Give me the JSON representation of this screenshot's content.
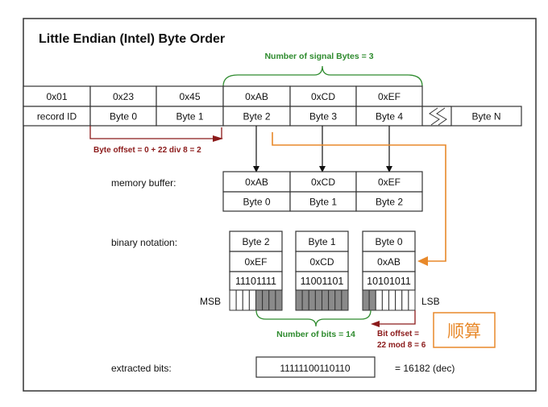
{
  "title": "Little Endian (Intel) Byte Order",
  "colors": {
    "green": "#2e8b2e",
    "maroon": "#8b1a1a",
    "orange": "#e8892a",
    "bit_fill": "#8a8a8a"
  },
  "signal_bytes_label": "Number of signal Bytes = 3",
  "frame": {
    "values": [
      "0x01",
      "0x23",
      "0x45",
      "0xAB",
      "0xCD",
      "0xEF"
    ],
    "names": [
      "record ID",
      "Byte 0",
      "Byte 1",
      "Byte 2",
      "Byte 3",
      "Byte 4"
    ],
    "last_name": "Byte N",
    "break_icon": "break-squiggle-icon"
  },
  "byte_offset_label": "Byte offset = 0 + 22 div 8 = 2",
  "memory_buffer": {
    "label": "memory buffer:",
    "values": [
      "0xAB",
      "0xCD",
      "0xEF"
    ],
    "names": [
      "Byte 0",
      "Byte 1",
      "Byte 2"
    ]
  },
  "binary_notation": {
    "label": "binary notation:",
    "bytes": [
      {
        "name": "Byte 2",
        "hex": "0xEF",
        "bits": "11101111",
        "selected": [
          false,
          false,
          false,
          false,
          true,
          true,
          true,
          true
        ]
      },
      {
        "name": "Byte 1",
        "hex": "0xCD",
        "bits": "11001101",
        "selected": [
          true,
          true,
          true,
          true,
          true,
          true,
          true,
          true
        ]
      },
      {
        "name": "Byte 0",
        "hex": "0xAB",
        "bits": "10101011",
        "selected": [
          true,
          true,
          false,
          false,
          false,
          false,
          false,
          false
        ]
      }
    ],
    "msb_label": "MSB",
    "lsb_label": "LSB"
  },
  "num_bits_label": "Number of bits = 14",
  "bit_offset_label_line1": "Bit offset =",
  "bit_offset_label_line2": "22 mod 8 = 6",
  "annotation_cn": "顺算",
  "extracted": {
    "label": "extracted bits:",
    "value": "11111100110110",
    "decimal": "= 16182 (dec)"
  }
}
